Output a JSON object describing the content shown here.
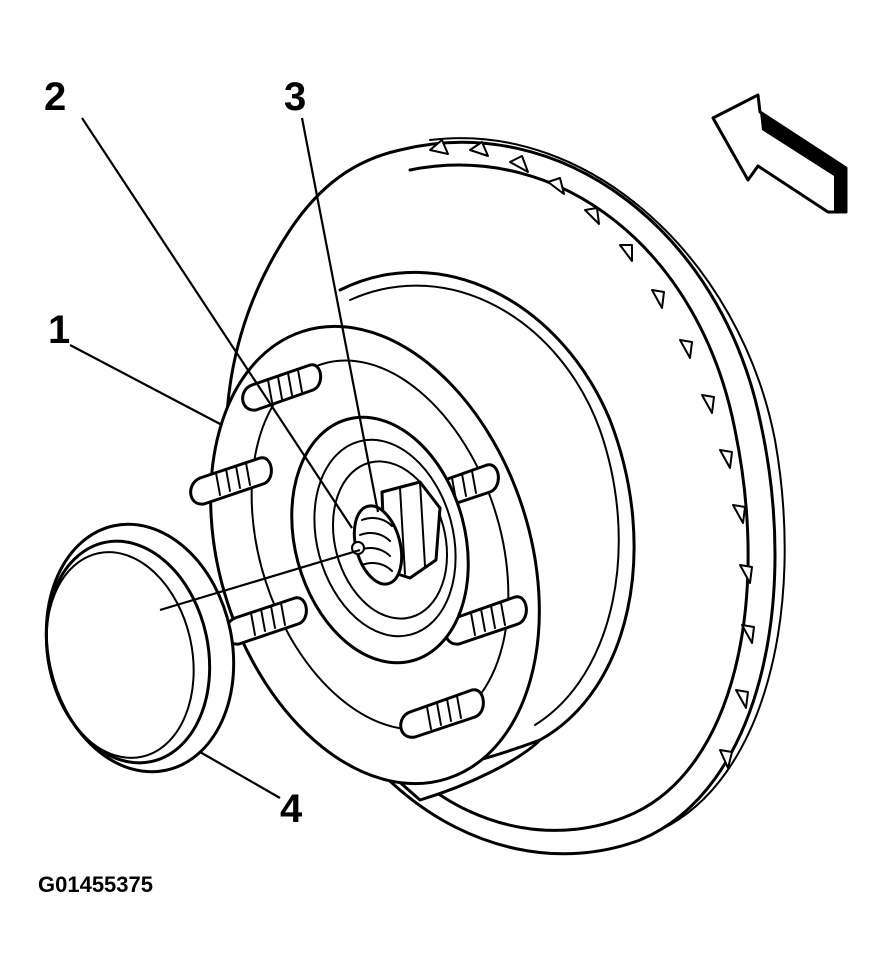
{
  "figure": {
    "figure_id": "G01455375",
    "callouts": [
      {
        "id": "1",
        "label": "1"
      },
      {
        "id": "2",
        "label": "2"
      },
      {
        "id": "3",
        "label": "3"
      },
      {
        "id": "4",
        "label": "4"
      }
    ],
    "icons": {
      "view_direction": "view-direction-arrow-icon"
    },
    "colors": {
      "line": "#000000",
      "background": "#ffffff"
    }
  }
}
